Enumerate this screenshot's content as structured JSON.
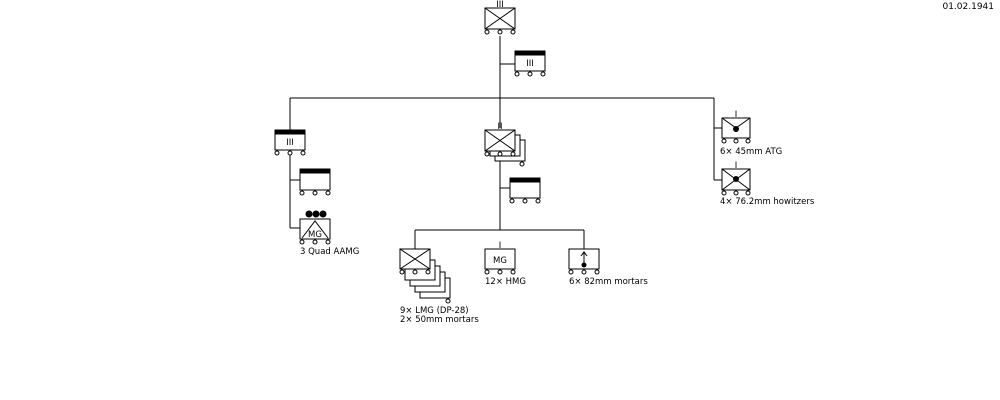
{
  "date": "01.02.1941",
  "regiment": {
    "size_mark": "III"
  },
  "regiment_hq": {
    "size_mark": "III"
  },
  "support_battalion": {
    "size_mark": "III"
  },
  "support_company": {
    "size_mark": ""
  },
  "aamg_unit": {
    "badge": "MG",
    "caption": "3 Quad AAMG"
  },
  "rifle_battalion": {
    "size_mark": "II"
  },
  "battalion_hq": {
    "size_mark": ""
  },
  "rifle_company": {
    "size_mark": "I",
    "caption_line1": "9× LMG (DP-28)",
    "caption_line2": "2× 50mm mortars"
  },
  "mg_company": {
    "size_mark": "I",
    "badge": "MG",
    "caption": "12× HMG"
  },
  "mortar_company": {
    "size_mark": "I",
    "caption": "6× 82mm mortars"
  },
  "atg_battery": {
    "size_mark": "I",
    "caption": "6× 45mm ATG"
  },
  "howitzer_battery": {
    "size_mark": "I",
    "caption": "4× 76.2mm howitzers"
  }
}
